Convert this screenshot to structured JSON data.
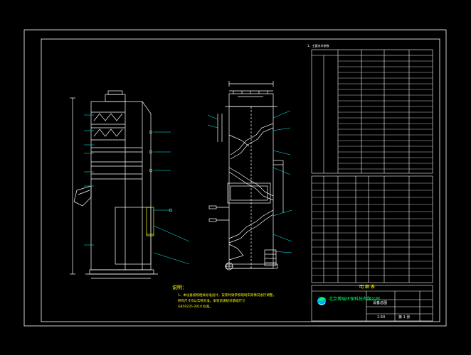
{
  "drawing_frame": {
    "outer_border_color": "#ffffff",
    "inner_border_color": "#ffffff",
    "background_color": "#000000"
  },
  "notes": {
    "heading": "说明：",
    "line1": "1、本设备按照相关标准设计，安装时请参照现场实际情况进行调整，",
    "line2": "   所有尺寸均以实物为准，安装前请核对基础尺寸",
    "line3": "   GB50235-2010 标准。"
  },
  "title_block": {
    "company": "北京博瑞环保科技有限公司",
    "drawing_label": "设备总图",
    "scale": "1:50",
    "sheet": "第 1 张",
    "table_title": "明 细 表"
  },
  "params_table_title": "1、主要技术参数",
  "colors": {
    "lines": "#ffffff",
    "cyan": "#00ffff",
    "yellow": "#ffff00",
    "green": "#00ff66",
    "red": "#ff3333"
  },
  "icons": [
    "company-logo-icon"
  ]
}
